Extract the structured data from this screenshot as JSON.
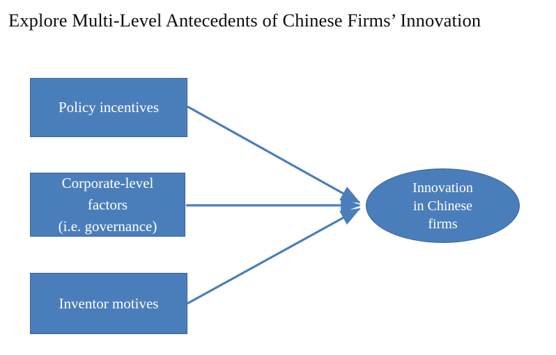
{
  "title": "Explore Multi-Level Antecedents of Chinese Firms’ Innovation",
  "colors": {
    "shape_fill": "#4a7ebb",
    "shape_border": "#3a6398",
    "connector": "#4a7ebb",
    "background": "#ffffff",
    "shape_text": "#ffffff",
    "title_text": "#0d0d0d"
  },
  "diagram": {
    "type": "antecedents-outcome",
    "antecedents": [
      {
        "id": "policy",
        "label": "Policy incentives"
      },
      {
        "id": "corporate",
        "label": "Corporate-level\nfactors\n(i.e. governance)"
      },
      {
        "id": "inventor",
        "label": "Inventor motives"
      }
    ],
    "outcome": {
      "id": "innovation",
      "label": "Innovation\nin Chinese\nfirms"
    },
    "connectors": [
      {
        "from": "policy",
        "to": "innovation",
        "style": "arrow",
        "direction": "down-right"
      },
      {
        "from": "corporate",
        "to": "innovation",
        "style": "arrow",
        "direction": "right"
      },
      {
        "from": "inventor",
        "to": "innovation",
        "style": "arrow",
        "direction": "up-right"
      }
    ]
  }
}
